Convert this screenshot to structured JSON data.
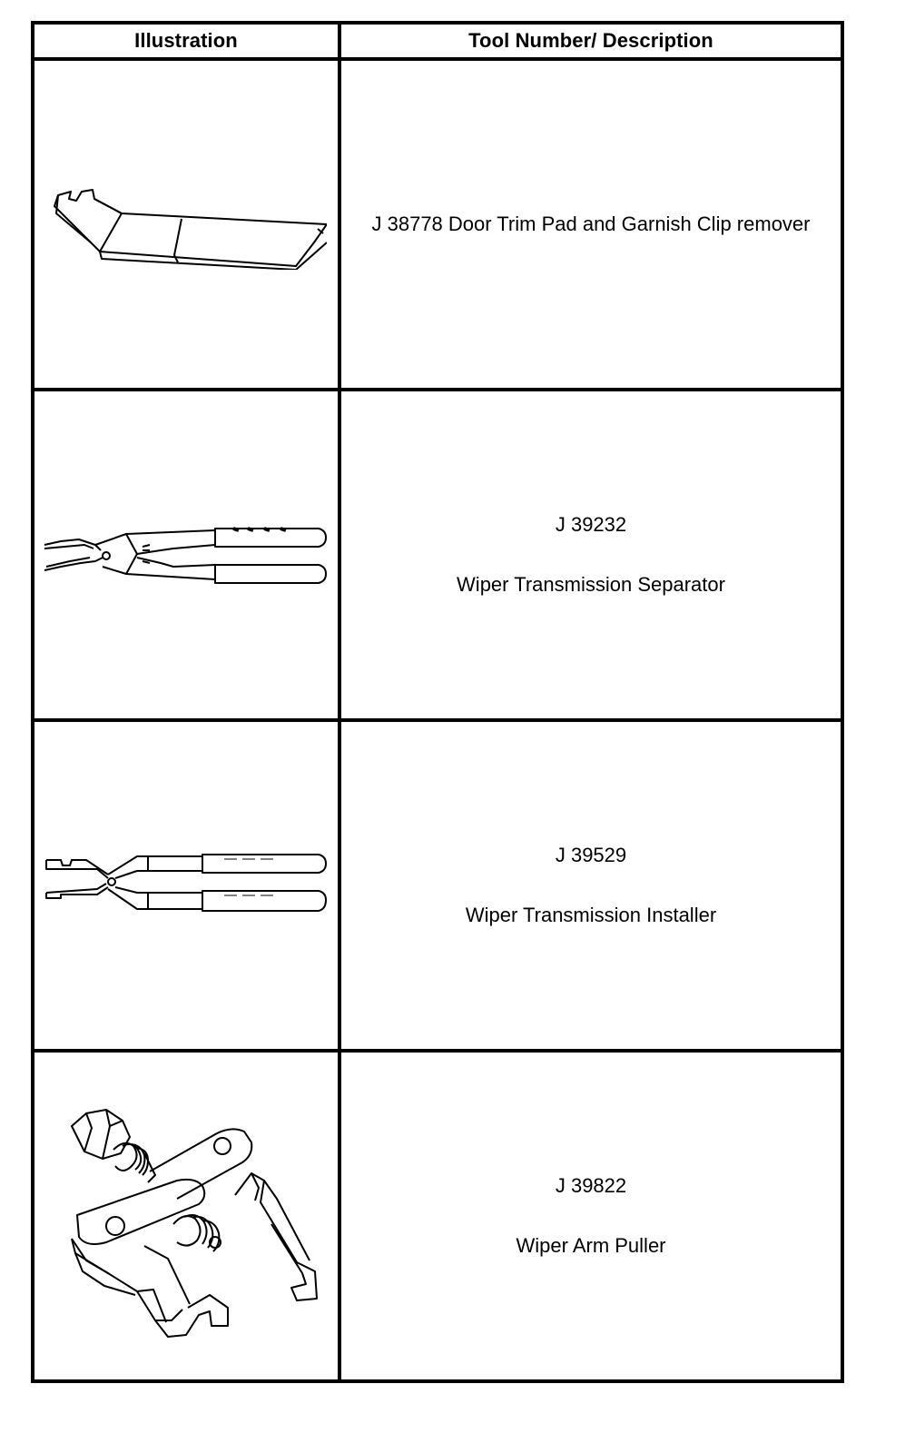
{
  "table": {
    "headers": [
      "Illustration",
      "Tool Number/ Description"
    ],
    "rows": [
      {
        "icon": "trim-pad-clip-remover-icon",
        "number": "J 38778",
        "description": "J 38778 Door Trim Pad and Garnish Clip remover"
      },
      {
        "icon": "separator-pliers-icon",
        "number": "J 39232",
        "description": "Wiper Transmission Separator"
      },
      {
        "icon": "installer-pliers-icon",
        "number": "J 39529",
        "description": "Wiper Transmission Installer"
      },
      {
        "icon": "wiper-arm-puller-icon",
        "number": "J 39822",
        "description": "Wiper Arm Puller"
      }
    ]
  }
}
